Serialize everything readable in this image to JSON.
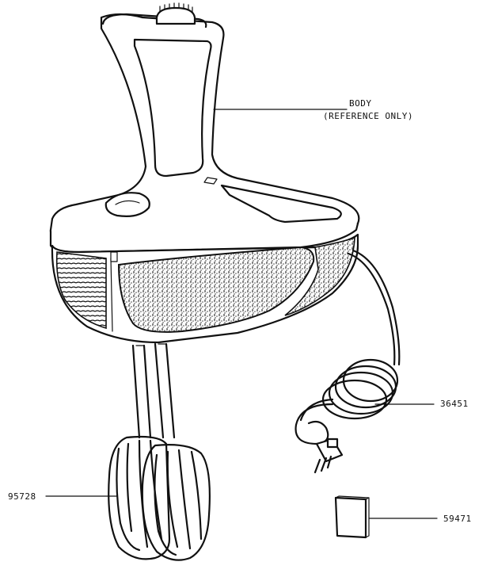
{
  "labels": {
    "body_line1": "BODY",
    "body_line2": "(REFERENCE ONLY)",
    "cord_part": "36451",
    "beaters_part": "95728",
    "card_part": "59471"
  }
}
